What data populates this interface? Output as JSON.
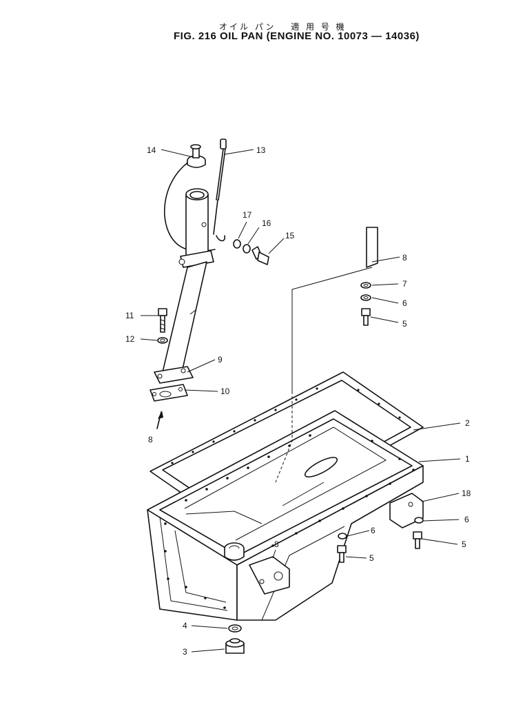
{
  "header": {
    "subtitle": "オイル パン　 適 用 号 機",
    "title": "FIG. 216  OIL  PAN  (ENGINE  NO.  10073 — 14036)"
  },
  "callouts": [
    {
      "id": "c14",
      "text": "14"
    },
    {
      "id": "c13",
      "text": "13"
    },
    {
      "id": "c17",
      "text": "17"
    },
    {
      "id": "c16",
      "text": "16"
    },
    {
      "id": "c15",
      "text": "15"
    },
    {
      "id": "c8a",
      "text": "8"
    },
    {
      "id": "c7",
      "text": "7"
    },
    {
      "id": "c6a",
      "text": "6"
    },
    {
      "id": "c5a",
      "text": "5"
    },
    {
      "id": "c11",
      "text": "11"
    },
    {
      "id": "c12",
      "text": "12"
    },
    {
      "id": "c9",
      "text": "9"
    },
    {
      "id": "c10",
      "text": "10"
    },
    {
      "id": "c8b",
      "text": "8"
    },
    {
      "id": "c2",
      "text": "2"
    },
    {
      "id": "c1",
      "text": "1"
    },
    {
      "id": "c18",
      "text": "18"
    },
    {
      "id": "c6b",
      "text": "6"
    },
    {
      "id": "c6c",
      "text": "6"
    },
    {
      "id": "c5b",
      "text": "5"
    },
    {
      "id": "c5c",
      "text": "5"
    },
    {
      "id": "c8c",
      "text": "8"
    },
    {
      "id": "c4",
      "text": "4"
    },
    {
      "id": "c3",
      "text": "3"
    }
  ]
}
